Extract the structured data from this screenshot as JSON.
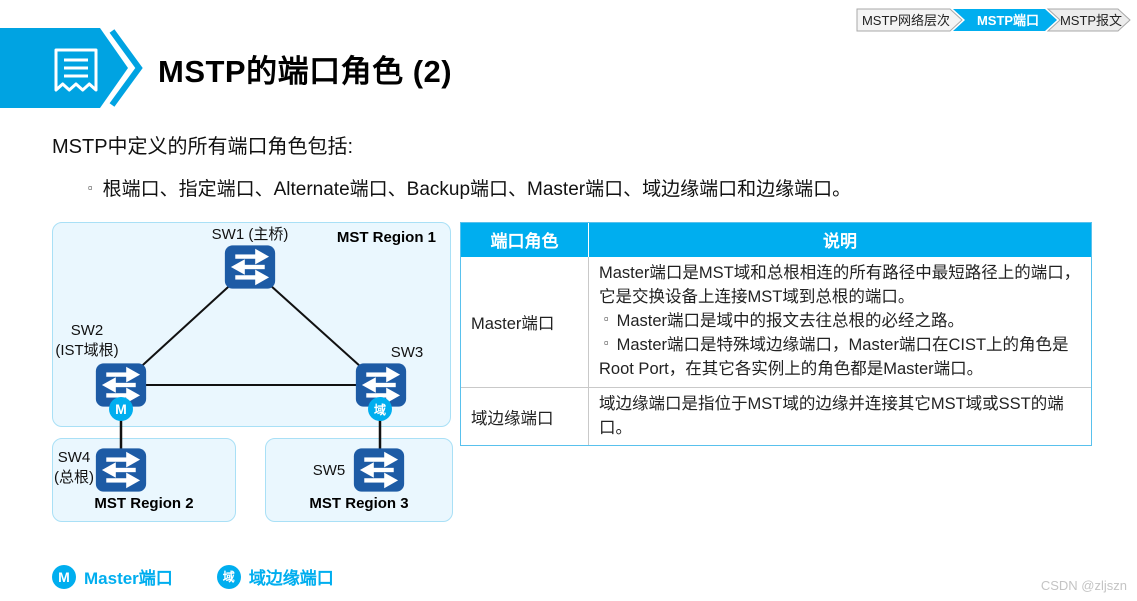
{
  "breadcrumb": {
    "tabs": [
      {
        "label": "MSTP网络层次",
        "active": false
      },
      {
        "label": "MSTP端口",
        "active": true
      },
      {
        "label": "MSTP报文",
        "active": false
      }
    ]
  },
  "header": {
    "title": "MSTP的端口角色 (2)",
    "icon": "document-icon"
  },
  "intro": {
    "line": "MSTP中定义的所有端口角色包括:",
    "bullet": "根端口、指定端口、Alternate端口、Backup端口、Master端口、域边缘端口和边缘端口。"
  },
  "glyphs": {
    "square_bullet": "▫"
  },
  "diagram": {
    "regions": [
      {
        "name": "MST Region 1"
      },
      {
        "name": "MST Region 2"
      },
      {
        "name": "MST Region 3"
      }
    ],
    "switches": [
      {
        "id": "SW1",
        "label": "SW1 (主桥)"
      },
      {
        "id": "SW2",
        "label": "SW2",
        "sublabel": "(IST域根)",
        "badge": "M"
      },
      {
        "id": "SW3",
        "label": "SW3",
        "badge": "域"
      },
      {
        "id": "SW4",
        "label": "SW4",
        "sublabel": "(总根)"
      },
      {
        "id": "SW5",
        "label": "SW5"
      }
    ]
  },
  "table": {
    "headers": [
      "端口角色",
      "说明"
    ],
    "rows": [
      {
        "role": "Master端口",
        "desc": [
          {
            "text": "Master端口是MST域和总根相连的所有路径中最短路径上的端口，它是交换设备上连接MST域到总根的端口。",
            "bullet": false
          },
          {
            "text": "Master端口是域中的报文去往总根的必经之路。",
            "bullet": true
          },
          {
            "text": "Master端口是特殊域边缘端口，Master端口在CIST上的角色是Root Port，在其它各实例上的角色都是Master端口。",
            "bullet": true
          }
        ]
      },
      {
        "role": "域边缘端口",
        "desc": [
          {
            "text": "域边缘端口是指位于MST域的边缘并连接其它MST域或SST的端口。",
            "bullet": false
          }
        ]
      }
    ]
  },
  "legend": [
    {
      "badge": "M",
      "label": "Master端口"
    },
    {
      "badge": "域",
      "label": "域边缘端口"
    }
  ],
  "watermark": "CSDN @zljszn",
  "colors": {
    "accent": "#00AEEF",
    "banner_blue": "#00A3E2",
    "switch_blue": "#1D5BA5",
    "region_fill": "#EAF7FE",
    "region_border": "#A9E0F6",
    "table_border": "#C9C9C9"
  }
}
